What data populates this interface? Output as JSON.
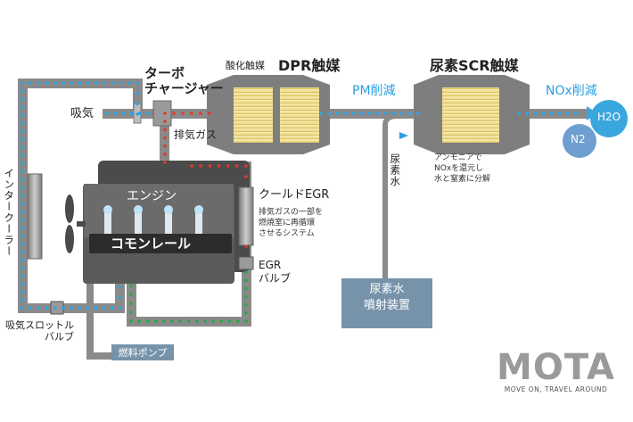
{
  "labels": {
    "turbo": "ターボ\nチャージャー",
    "intake": "吸気",
    "exhaust_gas": "排気ガス",
    "oxidation_catalyst": "酸化触媒",
    "dpr_catalyst": "DPR触媒",
    "pm_reduction": "PM削減",
    "scr_catalyst": "尿素SCR触媒",
    "nox_reduction": "NOx削減",
    "h2o": "H2O",
    "n2": "N2",
    "ammonia_note": "アンモニアで\nNOxを還元し\n水と窒素に分解",
    "urea_water": "尿素水",
    "urea_injector": "尿素水\n噴射装置",
    "engine": "エンジン",
    "common_rail": "コモンレール",
    "cooled_egr": "クールドEGR",
    "egr_note": "排気ガスの一部を\n燃焼室に再循環\nさせるシステム",
    "egr_valve": "EGR\nバルブ",
    "intercooler": "インタークーラー",
    "throttle_valve": "吸気スロットル\nバルブ",
    "fuel_pump": "燃料ポンプ"
  },
  "logo": {
    "brand": "MOTA",
    "tagline": "MOVE ON, TRAVEL AROUND"
  },
  "colors": {
    "pipe": "#8a8a8a",
    "engine_dark": "#4a4a4a",
    "blue_dot": "#2aa4e6",
    "red_dot": "#e03a2a",
    "green_dot": "#2aa84a",
    "accent_blue": "#2a9fe0",
    "injector_box": "#7793aa",
    "catalyst_yellow": "#f2df8e",
    "n2_circle": "#6f9fd0",
    "h2o_circle": "#3aa6de"
  }
}
